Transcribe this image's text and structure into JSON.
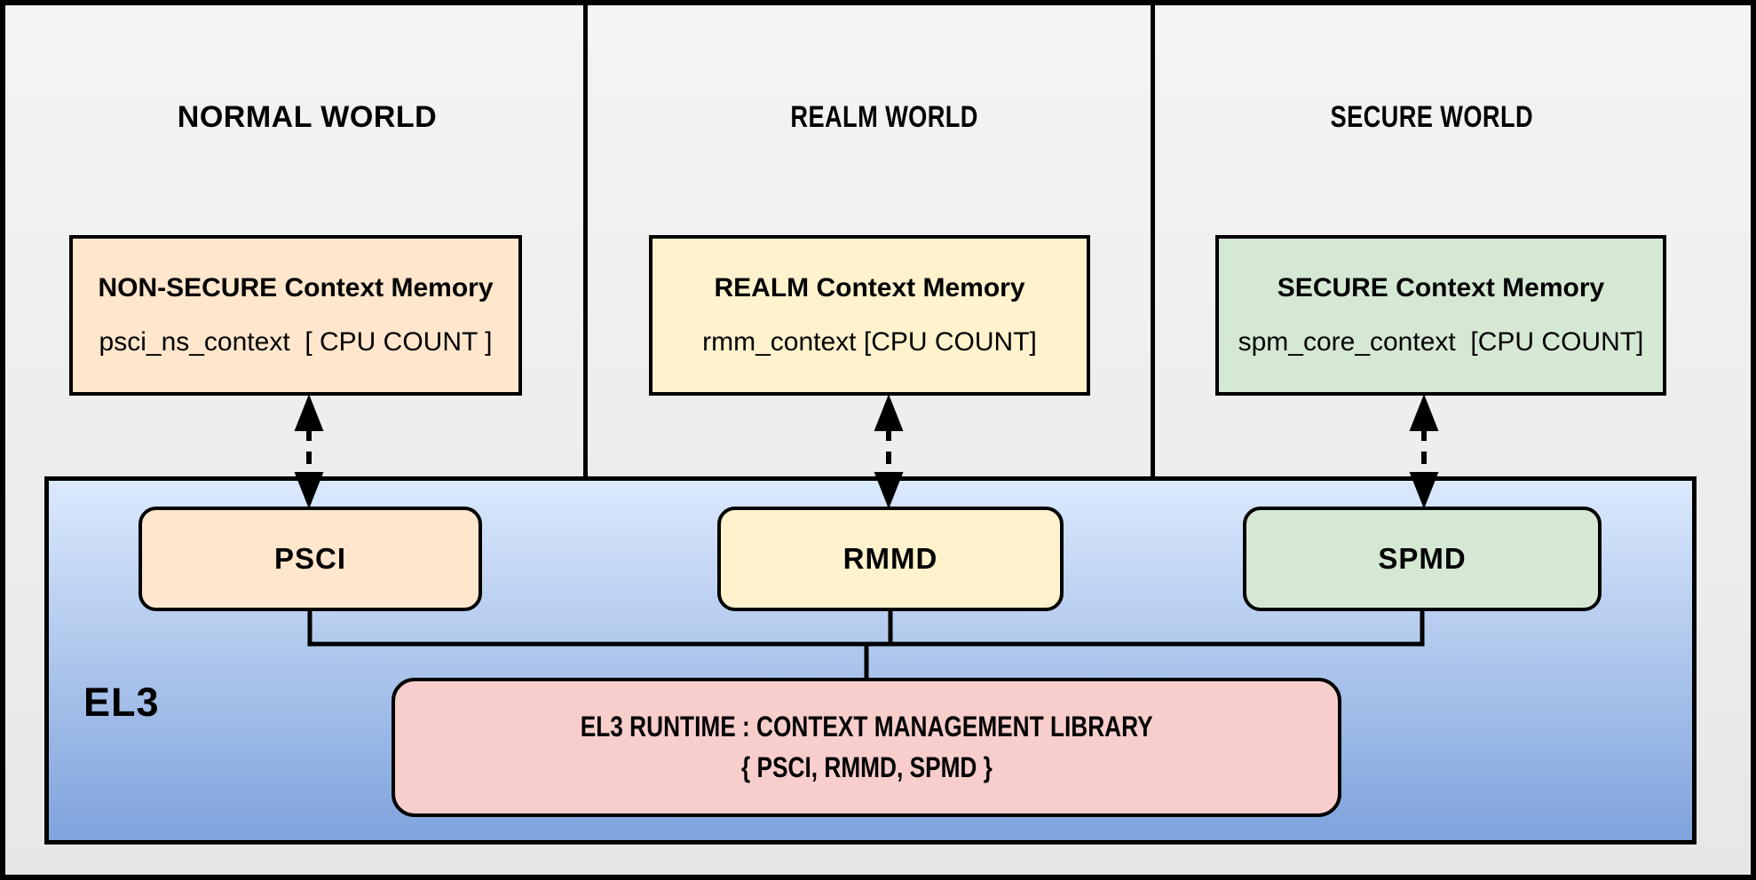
{
  "worlds": [
    {
      "title": "NORMAL WORLD",
      "memory_title": "NON-SECURE Context Memory",
      "memory_detail": "psci_ns_context  [ CPU COUNT ]",
      "dispatcher": "PSCI"
    },
    {
      "title": "REALM WORLD",
      "memory_title": "REALM Context Memory",
      "memory_detail": "rmm_context [CPU COUNT]",
      "dispatcher": "RMMD"
    },
    {
      "title": "SECURE WORLD",
      "memory_title": "SECURE Context Memory",
      "memory_detail": "spm_core_context  [CPU COUNT]",
      "dispatcher": "SPMD"
    }
  ],
  "el3": {
    "label": "EL3",
    "runtime_line1": "EL3 RUNTIME : CONTEXT MANAGEMENT LIBRARY",
    "runtime_line2": "{ PSCI, RMMD, SPMD }"
  },
  "colors": {
    "bg-top": "#f4f4f4",
    "bg-bottom": "#e7e7e7",
    "line": "#000000",
    "peach": "#ffe6cc",
    "yellow": "#fff2cc",
    "green": "#d5e8d4",
    "pink": "#f8cecc",
    "band-top": "#dbe9fc",
    "band-bottom": "#7fa3dc"
  }
}
